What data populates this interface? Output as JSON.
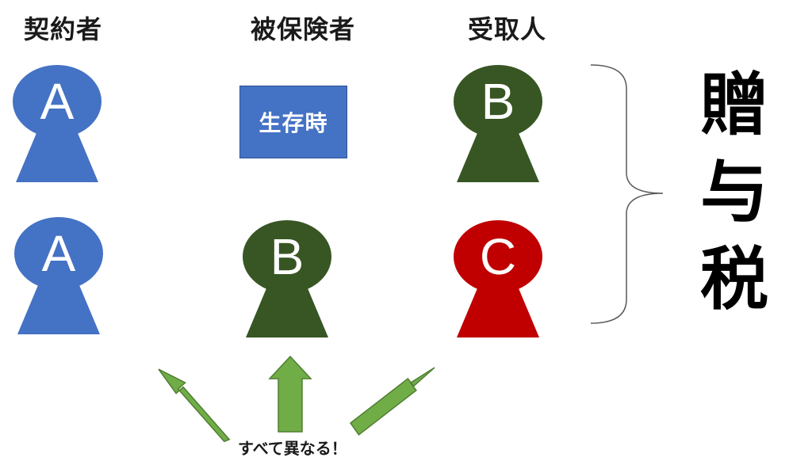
{
  "headers": {
    "contractor": "契約者",
    "insured": "被保険者",
    "beneficiary": "受取人"
  },
  "row1": {
    "contractor_letter": "A",
    "insured_status": "生存時",
    "beneficiary_letter": "B"
  },
  "row2": {
    "contractor_letter": "A",
    "insured_letter": "B",
    "beneficiary_letter": "C"
  },
  "tax_label": "贈与税",
  "note": "すべて異なる！",
  "colors": {
    "person_a": "#4472c4",
    "person_b": "#375623",
    "person_c": "#c00000",
    "status_box": "#4472c4",
    "arrow": "#70ad47",
    "arrow_border": "#507e32",
    "brace": "#595959"
  }
}
